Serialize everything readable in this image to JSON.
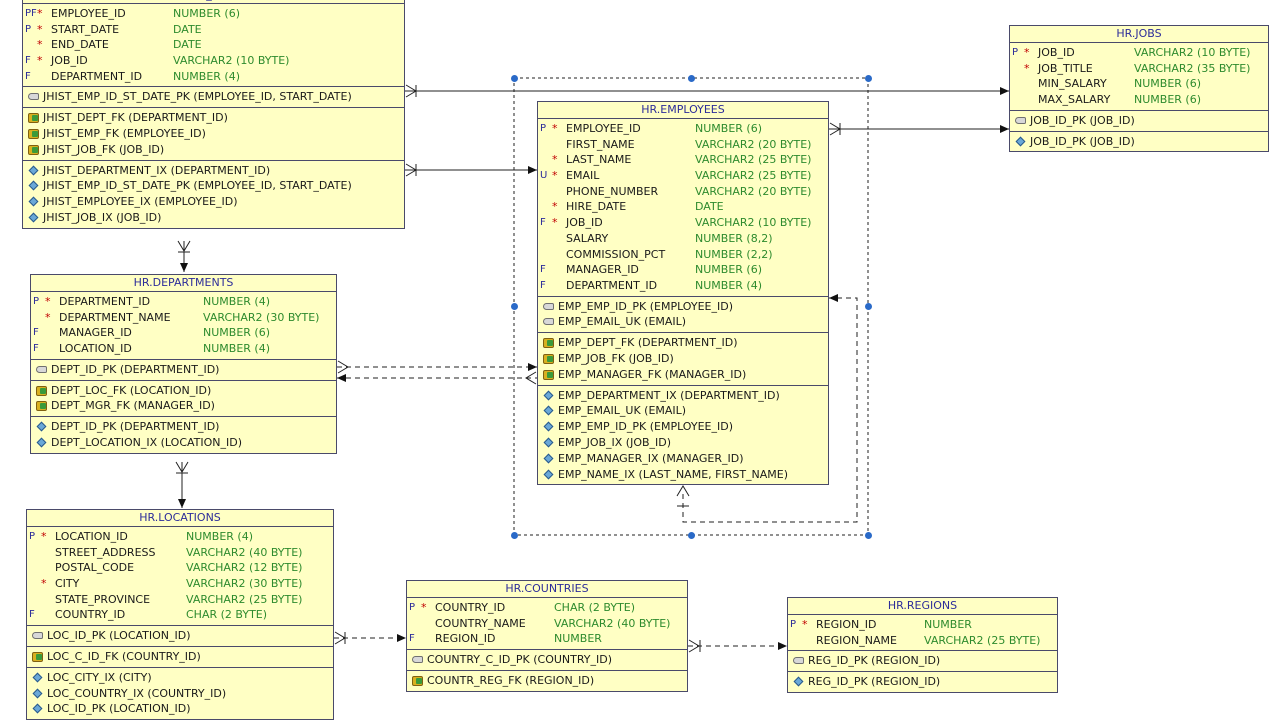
{
  "tables": {
    "job_history": {
      "title": "HR.JOB_HISTORY",
      "columns": [
        {
          "flag": "PF",
          "req": "*",
          "name": "EMPLOYEE_ID",
          "type": "NUMBER (6)"
        },
        {
          "flag": "P",
          "req": "*",
          "name": "START_DATE",
          "type": "DATE"
        },
        {
          "flag": "",
          "req": "*",
          "name": "END_DATE",
          "type": "DATE"
        },
        {
          "flag": "F",
          "req": "*",
          "name": "JOB_ID",
          "type": "VARCHAR2 (10 BYTE)"
        },
        {
          "flag": "F",
          "req": "",
          "name": "DEPARTMENT_ID",
          "type": "NUMBER (4)"
        }
      ],
      "pks": [
        "JHIST_EMP_ID_ST_DATE_PK (EMPLOYEE_ID, START_DATE)"
      ],
      "fks": [
        "JHIST_DEPT_FK (DEPARTMENT_ID)",
        "JHIST_EMP_FK (EMPLOYEE_ID)",
        "JHIST_JOB_FK (JOB_ID)"
      ],
      "indexes": [
        "JHIST_DEPARTMENT_IX (DEPARTMENT_ID)",
        "JHIST_EMP_ID_ST_DATE_PK (EMPLOYEE_ID, START_DATE)",
        "JHIST_EMPLOYEE_IX (EMPLOYEE_ID)",
        "JHIST_JOB_IX (JOB_ID)"
      ]
    },
    "jobs": {
      "title": "HR.JOBS",
      "columns": [
        {
          "flag": "P",
          "req": "*",
          "name": "JOB_ID",
          "type": "VARCHAR2 (10 BYTE)"
        },
        {
          "flag": "",
          "req": "*",
          "name": "JOB_TITLE",
          "type": "VARCHAR2 (35 BYTE)"
        },
        {
          "flag": "",
          "req": "",
          "name": "MIN_SALARY",
          "type": "NUMBER (6)"
        },
        {
          "flag": "",
          "req": "",
          "name": "MAX_SALARY",
          "type": "NUMBER (6)"
        }
      ],
      "pks": [
        "JOB_ID_PK (JOB_ID)"
      ],
      "fks": [],
      "indexes": [
        "JOB_ID_PK (JOB_ID)"
      ]
    },
    "employees": {
      "title": "HR.EMPLOYEES",
      "columns": [
        {
          "flag": "P",
          "req": "*",
          "name": "EMPLOYEE_ID",
          "type": "NUMBER (6)"
        },
        {
          "flag": "",
          "req": "",
          "name": "FIRST_NAME",
          "type": "VARCHAR2 (20 BYTE)"
        },
        {
          "flag": "",
          "req": "*",
          "name": "LAST_NAME",
          "type": "VARCHAR2 (25 BYTE)"
        },
        {
          "flag": "U",
          "req": "*",
          "name": "EMAIL",
          "type": "VARCHAR2 (25 BYTE)"
        },
        {
          "flag": "",
          "req": "",
          "name": "PHONE_NUMBER",
          "type": "VARCHAR2 (20 BYTE)"
        },
        {
          "flag": "",
          "req": "*",
          "name": "HIRE_DATE",
          "type": "DATE"
        },
        {
          "flag": "F",
          "req": "*",
          "name": "JOB_ID",
          "type": "VARCHAR2 (10 BYTE)"
        },
        {
          "flag": "",
          "req": "",
          "name": "SALARY",
          "type": "NUMBER (8,2)"
        },
        {
          "flag": "",
          "req": "",
          "name": "COMMISSION_PCT",
          "type": "NUMBER (2,2)"
        },
        {
          "flag": "F",
          "req": "",
          "name": "MANAGER_ID",
          "type": "NUMBER (6)"
        },
        {
          "flag": "F",
          "req": "",
          "name": "DEPARTMENT_ID",
          "type": "NUMBER (4)"
        }
      ],
      "pks": [
        "EMP_EMP_ID_PK (EMPLOYEE_ID)",
        "EMP_EMAIL_UK (EMAIL)"
      ],
      "fks": [
        "EMP_DEPT_FK (DEPARTMENT_ID)",
        "EMP_JOB_FK (JOB_ID)",
        "EMP_MANAGER_FK (MANAGER_ID)"
      ],
      "indexes": [
        "EMP_DEPARTMENT_IX (DEPARTMENT_ID)",
        "EMP_EMAIL_UK (EMAIL)",
        "EMP_EMP_ID_PK (EMPLOYEE_ID)",
        "EMP_JOB_IX (JOB_ID)",
        "EMP_MANAGER_IX (MANAGER_ID)",
        "EMP_NAME_IX (LAST_NAME, FIRST_NAME)"
      ]
    },
    "departments": {
      "title": "HR.DEPARTMENTS",
      "columns": [
        {
          "flag": "P",
          "req": "*",
          "name": "DEPARTMENT_ID",
          "type": "NUMBER (4)"
        },
        {
          "flag": "",
          "req": "*",
          "name": "DEPARTMENT_NAME",
          "type": "VARCHAR2 (30 BYTE)"
        },
        {
          "flag": "F",
          "req": "",
          "name": "MANAGER_ID",
          "type": "NUMBER (6)"
        },
        {
          "flag": "F",
          "req": "",
          "name": "LOCATION_ID",
          "type": "NUMBER (4)"
        }
      ],
      "pks": [
        "DEPT_ID_PK (DEPARTMENT_ID)"
      ],
      "fks": [
        "DEPT_LOC_FK (LOCATION_ID)",
        "DEPT_MGR_FK (MANAGER_ID)"
      ],
      "indexes": [
        "DEPT_ID_PK (DEPARTMENT_ID)",
        "DEPT_LOCATION_IX (LOCATION_ID)"
      ]
    },
    "locations": {
      "title": "HR.LOCATIONS",
      "columns": [
        {
          "flag": "P",
          "req": "*",
          "name": "LOCATION_ID",
          "type": "NUMBER (4)"
        },
        {
          "flag": "",
          "req": "",
          "name": "STREET_ADDRESS",
          "type": "VARCHAR2 (40 BYTE)"
        },
        {
          "flag": "",
          "req": "",
          "name": "POSTAL_CODE",
          "type": "VARCHAR2 (12 BYTE)"
        },
        {
          "flag": "",
          "req": "*",
          "name": "CITY",
          "type": "VARCHAR2 (30 BYTE)"
        },
        {
          "flag": "",
          "req": "",
          "name": "STATE_PROVINCE",
          "type": "VARCHAR2 (25 BYTE)"
        },
        {
          "flag": "F",
          "req": "",
          "name": "COUNTRY_ID",
          "type": "CHAR (2 BYTE)"
        }
      ],
      "pks": [
        "LOC_ID_PK (LOCATION_ID)"
      ],
      "fks": [
        "LOC_C_ID_FK (COUNTRY_ID)"
      ],
      "indexes": [
        "LOC_CITY_IX (CITY)",
        "LOC_COUNTRY_IX (COUNTRY_ID)",
        "LOC_ID_PK (LOCATION_ID)"
      ]
    },
    "countries": {
      "title": "HR.COUNTRIES",
      "columns": [
        {
          "flag": "P",
          "req": "*",
          "name": "COUNTRY_ID",
          "type": "CHAR (2 BYTE)"
        },
        {
          "flag": "",
          "req": "",
          "name": "COUNTRY_NAME",
          "type": "VARCHAR2 (40 BYTE)"
        },
        {
          "flag": "F",
          "req": "",
          "name": "REGION_ID",
          "type": "NUMBER"
        }
      ],
      "pks": [
        "COUNTRY_C_ID_PK (COUNTRY_ID)"
      ],
      "fks": [
        "COUNTR_REG_FK (REGION_ID)"
      ],
      "indexes": []
    },
    "regions": {
      "title": "HR.REGIONS",
      "columns": [
        {
          "flag": "P",
          "req": "*",
          "name": "REGION_ID",
          "type": "NUMBER"
        },
        {
          "flag": "",
          "req": "",
          "name": "REGION_NAME",
          "type": "VARCHAR2 (25 BYTE)"
        }
      ],
      "pks": [
        "REG_ID_PK (REGION_ID)"
      ],
      "fks": [],
      "indexes": [
        "REG_ID_PK (REGION_ID)"
      ]
    }
  },
  "colors": {
    "table_bg": "#ffffc4",
    "title_text": "#2d2d9a",
    "type_text": "#2e8b2e",
    "required_mark": "#c00000",
    "selection_handle": "#2a6ac8"
  }
}
